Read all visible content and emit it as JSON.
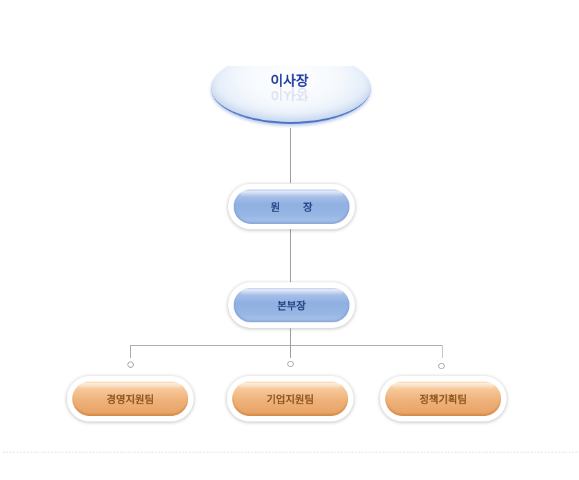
{
  "org_chart": {
    "chair": {
      "label": "이사장"
    },
    "director": {
      "label": "원 장"
    },
    "division_head": {
      "label": "본부장"
    },
    "teams": [
      {
        "label": "경영지원팀"
      },
      {
        "label": "기업지원팀"
      },
      {
        "label": "정책기획팀"
      }
    ]
  },
  "colors": {
    "chair_text": "#1e3aa0",
    "chair_border": "#4b72c6",
    "blue_pill": "#8fb0e2",
    "blue_text": "#23407e",
    "orange_pill": "#efb27a",
    "orange_text": "#8a5018",
    "connector": "#9a9a9a"
  }
}
